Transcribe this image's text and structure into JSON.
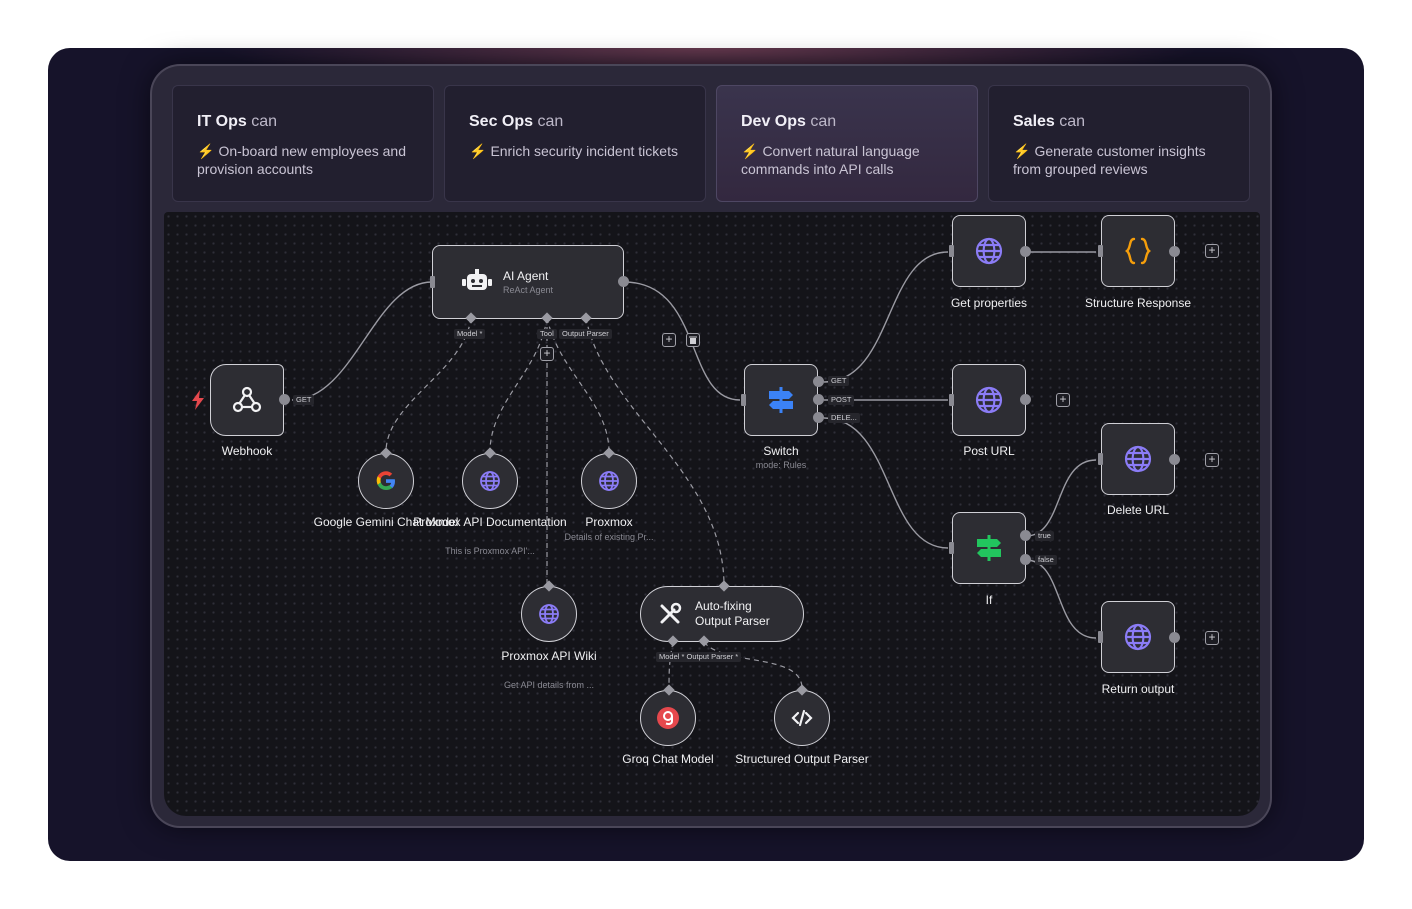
{
  "tabs": [
    {
      "strong": "IT Ops",
      "light": " can",
      "desc": "On-board new employees and provision accounts",
      "active": false
    },
    {
      "strong": "Sec Ops",
      "light": " can",
      "desc": "Enrich security incident tickets",
      "active": false
    },
    {
      "strong": "Dev Ops",
      "light": " can",
      "desc": "Convert natural language commands into API calls",
      "active": true
    },
    {
      "strong": "Sales",
      "light": " can",
      "desc": "Generate customer insights from grouped reviews",
      "active": false
    }
  ],
  "icons": {
    "bolt": "⚡"
  },
  "colors": {
    "accent_bolt": "#f0b429",
    "trigger": "#e5484d",
    "globe": "#8b7cf6",
    "switch": "#3b82f6",
    "if": "#22c55e",
    "json": "#f59e0b",
    "groq": "#e5484d"
  },
  "nodes": {
    "webhook": {
      "label": "Webhook",
      "port_tag": "GET"
    },
    "agent": {
      "title": "AI Agent",
      "subtitle": "ReAct Agent",
      "tag_model": "Model *",
      "tag_tool": "Tool",
      "tag_parser": "Output Parser"
    },
    "gemini": {
      "label": "Google Gemini Chat Model"
    },
    "proxmox_doc": {
      "label": "Proxmox API Documentation",
      "sub": "This is Proxmox API'..."
    },
    "proxmox": {
      "label": "Proxmox",
      "sub": "Details of existing Pr..."
    },
    "proxmox_wiki": {
      "label": "Proxmox API Wiki",
      "sub": "Get API details from ..."
    },
    "autofix": {
      "title": "Auto-fixing Output Parser",
      "tags": "Model *  Output Parser *"
    },
    "groq": {
      "label": "Groq Chat Model"
    },
    "structured": {
      "label": "Structured Output Parser"
    },
    "switch": {
      "label": "Switch",
      "sub": "mode: Rules",
      "out_get": "GET",
      "out_post": "POST",
      "out_delete": "DELE..."
    },
    "get_props": {
      "label": "Get properties"
    },
    "structure_resp": {
      "label": "Structure Response"
    },
    "post_url": {
      "label": "Post URL"
    },
    "if": {
      "label": "If",
      "out_true": "true",
      "out_false": "false"
    },
    "delete_url": {
      "label": "Delete URL"
    },
    "return_output": {
      "label": "Return output"
    }
  }
}
